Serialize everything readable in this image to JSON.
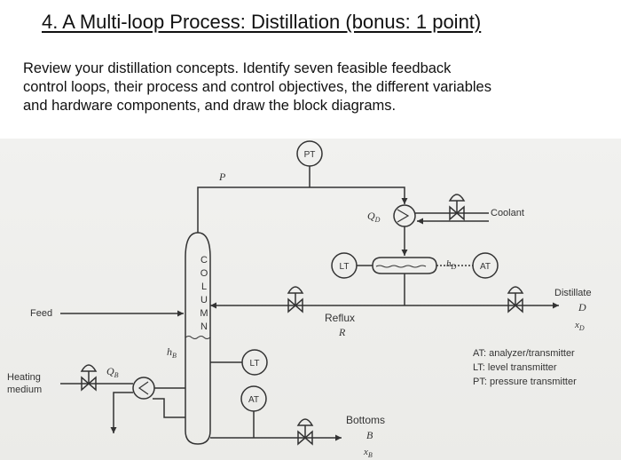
{
  "title": "4. A Multi-loop Process: Distillation (bonus: 1 point)",
  "body": {
    "lines": [
      "Review your distillation concepts. Identify seven feasible feedback",
      "control loops, their process and control objectives, the different variables",
      "and hardware components, and draw the block diagrams."
    ]
  },
  "diagram": {
    "column_letters": [
      "C",
      "O",
      "L",
      "U",
      "M",
      "N"
    ],
    "instruments": {
      "pt": "PT",
      "lt_top": "LT",
      "at_top": "AT",
      "lt_bottom": "LT",
      "at_bottom": "AT"
    },
    "labels": {
      "p": "P",
      "qd": "Q",
      "qd_sub": "D",
      "qb": "Q",
      "qb_sub": "B",
      "coolant": "Coolant",
      "hd": "h",
      "hd_sub": "D",
      "hb": "h",
      "hb_sub": "B",
      "feed": "Feed",
      "heating_1": "Heating",
      "heating_2": "medium",
      "reflux": "Reflux",
      "reflux_symbol": "R",
      "distillate": "Distillate",
      "distillate_symbol": "D",
      "xd": "x",
      "xd_sub": "D",
      "bottoms": "Bottoms",
      "bottoms_symbol": "B",
      "xb": "x",
      "xb_sub": "B"
    },
    "legend": [
      "AT: analyzer/transmitter",
      "LT: level transmitter",
      "PT: pressure transmitter"
    ]
  }
}
